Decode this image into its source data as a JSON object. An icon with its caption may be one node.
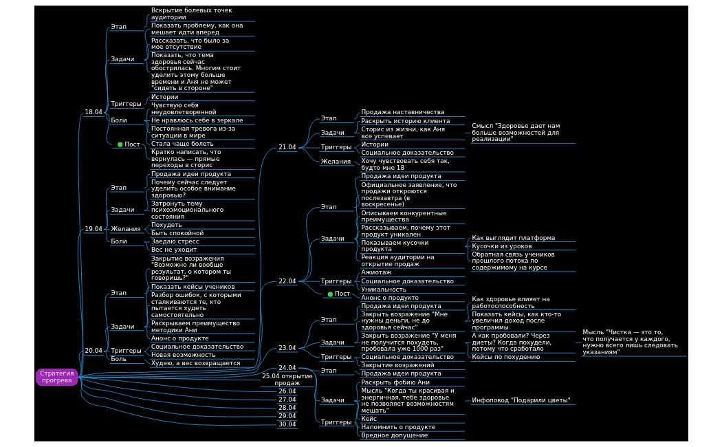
{
  "diagram": {
    "nodes": [
      {
        "text": [
          "Стратегия прогрева"
        ]
      },
      {
        "text": [
          "18.04"
        ]
      },
      {
        "text": [
          "Этап"
        ]
      },
      {
        "text": [
          "Вскрытие болевых точек аудитории"
        ]
      },
      {
        "text": [
          "Задачи"
        ]
      },
      {
        "text": [
          "Показать проблему, как она мешает идти вперед"
        ]
      },
      {
        "text": [
          "Рассказать, что было за мое отсутствие"
        ]
      },
      {
        "text": [
          "Показать, что тема здоровья сейчас обострилась. Многим стоит уделить этому больше времени и Аня не может \"сидеть в стороне\""
        ]
      },
      {
        "text": [
          "Триггеры"
        ]
      },
      {
        "text": [
          "Истории"
        ]
      },
      {
        "text": [
          "Боли"
        ]
      },
      {
        "text": [
          "Чувствую себя неудовлетворенной"
        ]
      },
      {
        "text": [
          "Не нравлюсь себе в зеркале"
        ]
      },
      {
        "text": [
          "Постоянная тревога из-за ситуации в мире"
        ]
      },
      {
        "text": [
          "Стала чаще болеть"
        ]
      },
      {
        "text": [
          "Пост"
        ]
      },
      {
        "text": [
          "Кратко написать, что вернулась — прямые переходы в сторис"
        ]
      },
      {
        "text": [
          "19.04"
        ]
      },
      {
        "text": [
          "Этап"
        ]
      },
      {
        "text": [
          "Продажа идеи продукта"
        ]
      },
      {
        "text": [
          "Задачи"
        ]
      },
      {
        "text": [
          "Почему сейчас следует уделить особое внимание здоровью?"
        ]
      },
      {
        "text": [
          "Затронуть тему психоэмоционального состояния"
        ]
      },
      {
        "text": [
          "Желания"
        ]
      },
      {
        "text": [
          "Похудеть"
        ]
      },
      {
        "text": [
          "Быть спокойной"
        ]
      },
      {
        "text": [
          "Боли"
        ]
      },
      {
        "text": [
          "Заедаю стресс"
        ]
      },
      {
        "text": [
          "Вес не уходит"
        ]
      },
      {
        "text": [
          "20.04"
        ]
      },
      {
        "text": [
          "Этап"
        ]
      },
      {
        "text": [
          "Закрытие возражения \"Возможно ли вообще результат, о котором ты говоришь?\""
        ]
      },
      {
        "text": [
          "Задачи"
        ]
      },
      {
        "text": [
          "Показать кейсы учеников"
        ]
      },
      {
        "text": [
          "Разбор ошибок, с которыми сталкиваются те, кто пытается худеть самостоятельно"
        ]
      },
      {
        "text": [
          "Раскрываем преимущество методики Ани"
        ]
      },
      {
        "text": [
          "Анонс о продукте"
        ]
      },
      {
        "text": [
          "Триггеры"
        ]
      },
      {
        "text": [
          "Социальное доказательство"
        ]
      },
      {
        "text": [
          "Новая возможность"
        ]
      },
      {
        "text": [
          "Боль"
        ]
      },
      {
        "text": [
          "Худею, а вес возвращается"
        ]
      },
      {
        "text": [
          "21.04"
        ]
      },
      {
        "text": [
          "Этап"
        ]
      },
      {
        "text": [
          "Продажа наставничества"
        ]
      },
      {
        "text": [
          "Задачи"
        ]
      },
      {
        "text": [
          "Раскрыть историю клиента"
        ]
      },
      {
        "text": [
          "Сторис из жизни, как Аня все успевает"
        ]
      },
      {
        "text": [
          "Смысл \"Здоровье дает нам больше возможностей для реализации\""
        ]
      },
      {
        "text": [
          "Триггеры"
        ]
      },
      {
        "text": [
          "Истории"
        ]
      },
      {
        "text": [
          "Социальное доказательство"
        ]
      },
      {
        "text": [
          "Желания"
        ]
      },
      {
        "text": [
          "Хочу чувствовать себя так, будто мне 18"
        ]
      },
      {
        "text": [
          "22.04"
        ]
      },
      {
        "text": [
          "Этап"
        ]
      },
      {
        "text": [
          "Продажа идеи продукта"
        ]
      },
      {
        "text": [
          "Задачи"
        ]
      },
      {
        "text": [
          "Официальное заявление, что продажи откроются послезавтра (в воскресенье)"
        ]
      },
      {
        "text": [
          "Описываем конкурентные преимущества"
        ]
      },
      {
        "text": [
          "Рассказываем, почему этот продукт уникален"
        ]
      },
      {
        "text": [
          "Показываем кусочки продукта"
        ]
      },
      {
        "text": [
          "Как выглядит платформа"
        ]
      },
      {
        "text": [
          "Кусочки из уроков"
        ]
      },
      {
        "text": [
          "Обратная связь учеников прошлого потока по содержимому на курсе"
        ]
      },
      {
        "text": [
          "Реакция аудитории на открытие продаж"
        ]
      },
      {
        "text": [
          "Триггеры"
        ]
      },
      {
        "text": [
          "Ажиотаж"
        ]
      },
      {
        "text": [
          "Социальное доказательство"
        ]
      },
      {
        "text": [
          "Уникальность"
        ]
      },
      {
        "text": [
          "Пост"
        ]
      },
      {
        "text": [
          "Анонс о продукте"
        ]
      },
      {
        "text": [
          "23.04"
        ]
      },
      {
        "text": [
          "Этап"
        ]
      },
      {
        "text": [
          "Продажа идеи продукта"
        ]
      },
      {
        "text": [
          "Задачи"
        ]
      },
      {
        "text": [
          "Закрыть возражение \"Мне нужны деньги, не до здоровья сейчас\""
        ]
      },
      {
        "text": [
          "Как здоровье влияет на работоспособность"
        ]
      },
      {
        "text": [
          "Показать кейсы, как кто-то увеличил доход после программы"
        ]
      },
      {
        "text": [
          "Закрыть возражение \"У меня не получится похудеть, пробовала уже 1000 раз\""
        ]
      },
      {
        "text": [
          "А как пробовали? Через диеты? Когда похудели, потому что сработало"
        ]
      },
      {
        "text": [
          "Мысль \"Чистка — это то, что получается у каждого, нужно всего лишь следовать указаниям\""
        ]
      },
      {
        "text": [
          "Кейсы по похудению"
        ]
      },
      {
        "text": [
          "Триггеры"
        ]
      },
      {
        "text": [
          "Социальное доказательство"
        ]
      },
      {
        "text": [
          "Закрытие возражений"
        ]
      },
      {
        "text": [
          "24.04"
        ]
      },
      {
        "text": [
          "Этап"
        ]
      },
      {
        "text": [
          "Продажа идеи продукта"
        ]
      },
      {
        "text": [
          "Задачи"
        ]
      },
      {
        "text": [
          "Раскрыть фобию Ани"
        ]
      },
      {
        "text": [
          "Мысль \"Когда ты красивая и энергичная, тебе здоровье не позволяет возможностям мешать\""
        ]
      },
      {
        "text": [
          "Инфоповод \"Подарили цветы\""
        ]
      },
      {
        "text": [
          "Кейс"
        ]
      },
      {
        "text": [
          "Напомнить о продукте"
        ]
      },
      {
        "text": [
          "Триггеры"
        ]
      },
      {
        "text": [
          "Вредное допущение"
        ]
      },
      {
        "text": [
          "25.04 открытие продаж"
        ]
      },
      {
        "text": [
          "26.04"
        ]
      },
      {
        "text": [
          "27.04"
        ]
      },
      {
        "text": [
          "28.04"
        ]
      },
      {
        "text": [
          "29.04"
        ]
      },
      {
        "text": [
          "30.04"
        ]
      }
    ],
    "edges": [
      {
        "from": 0,
        "to": 1,
        "arrow": "none"
      },
      {
        "from": 1,
        "to": 2,
        "arrow": "none"
      },
      {
        "from": 2,
        "to": 3,
        "arrow": "none"
      },
      {
        "from": 1,
        "to": 4,
        "arrow": "none"
      },
      {
        "from": 4,
        "to": 5,
        "arrow": "none"
      },
      {
        "from": 4,
        "to": 6,
        "arrow": "none"
      },
      {
        "from": 4,
        "to": 7,
        "arrow": "none"
      },
      {
        "from": 1,
        "to": 8,
        "arrow": "none"
      },
      {
        "from": 8,
        "to": 9,
        "arrow": "none"
      },
      {
        "from": 1,
        "to": 10,
        "arrow": "none"
      },
      {
        "from": 10,
        "to": 11,
        "arrow": "none"
      },
      {
        "from": 10,
        "to": 12,
        "arrow": "none"
      },
      {
        "from": 10,
        "to": 13,
        "arrow": "none"
      },
      {
        "from": 10,
        "to": 14,
        "arrow": "none"
      },
      {
        "from": 1,
        "to": 15,
        "arrow": "none"
      },
      {
        "from": 15,
        "to": 16,
        "arrow": "none"
      },
      {
        "from": 0,
        "to": 17,
        "arrow": "none"
      },
      {
        "from": 17,
        "to": 18,
        "arrow": "none"
      },
      {
        "from": 18,
        "to": 19,
        "arrow": "none"
      },
      {
        "from": 17,
        "to": 20,
        "arrow": "none"
      },
      {
        "from": 20,
        "to": 21,
        "arrow": "none"
      },
      {
        "from": 20,
        "to": 22,
        "arrow": "none"
      },
      {
        "from": 17,
        "to": 23,
        "arrow": "none"
      },
      {
        "from": 23,
        "to": 24,
        "arrow": "none"
      },
      {
        "from": 23,
        "to": 25,
        "arrow": "none"
      },
      {
        "from": 17,
        "to": 26,
        "arrow": "none"
      },
      {
        "from": 26,
        "to": 27,
        "arrow": "none"
      },
      {
        "from": 26,
        "to": 28,
        "arrow": "none"
      },
      {
        "from": 0,
        "to": 29,
        "arrow": "none"
      },
      {
        "from": 29,
        "to": 30,
        "arrow": "none"
      },
      {
        "from": 30,
        "to": 31,
        "arrow": "none"
      },
      {
        "from": 29,
        "to": 32,
        "arrow": "none"
      },
      {
        "from": 32,
        "to": 33,
        "arrow": "none"
      },
      {
        "from": 32,
        "to": 34,
        "arrow": "none"
      },
      {
        "from": 32,
        "to": 35,
        "arrow": "none"
      },
      {
        "from": 32,
        "to": 36,
        "arrow": "none"
      },
      {
        "from": 29,
        "to": 37,
        "arrow": "none"
      },
      {
        "from": 37,
        "to": 38,
        "arrow": "none"
      },
      {
        "from": 37,
        "to": 39,
        "arrow": "none"
      },
      {
        "from": 29,
        "to": 40,
        "arrow": "none"
      },
      {
        "from": 40,
        "to": 41,
        "arrow": "none"
      },
      {
        "from": 0,
        "to": 42,
        "arrow": "none"
      },
      {
        "from": 42,
        "to": 43,
        "arrow": "none"
      },
      {
        "from": 43,
        "to": 44,
        "arrow": "none"
      },
      {
        "from": 42,
        "to": 45,
        "arrow": "none"
      },
      {
        "from": 45,
        "to": 46,
        "arrow": "none"
      },
      {
        "from": 45,
        "to": 47,
        "arrow": "none"
      },
      {
        "from": 47,
        "to": 48,
        "arrow": "none"
      },
      {
        "from": 42,
        "to": 49,
        "arrow": "none"
      },
      {
        "from": 49,
        "to": 50,
        "arrow": "none"
      },
      {
        "from": 49,
        "to": 51,
        "arrow": "none"
      },
      {
        "from": 42,
        "to": 52,
        "arrow": "none"
      },
      {
        "from": 52,
        "to": 53,
        "arrow": "none"
      },
      {
        "from": 0,
        "to": 54,
        "arrow": "none"
      },
      {
        "from": 54,
        "to": 55,
        "arrow": "none"
      },
      {
        "from": 55,
        "to": 56,
        "arrow": "none"
      },
      {
        "from": 54,
        "to": 57,
        "arrow": "none"
      },
      {
        "from": 57,
        "to": 58,
        "arrow": "none"
      },
      {
        "from": 57,
        "to": 59,
        "arrow": "none"
      },
      {
        "from": 57,
        "to": 60,
        "arrow": "none"
      },
      {
        "from": 57,
        "to": 61,
        "arrow": "none"
      },
      {
        "from": 61,
        "to": 62,
        "arrow": "none"
      },
      {
        "from": 61,
        "to": 63,
        "arrow": "none"
      },
      {
        "from": 61,
        "to": 64,
        "arrow": "none"
      },
      {
        "from": 57,
        "to": 65,
        "arrow": "none"
      },
      {
        "from": 54,
        "to": 66,
        "arrow": "none"
      },
      {
        "from": 66,
        "to": 67,
        "arrow": "none"
      },
      {
        "from": 66,
        "to": 68,
        "arrow": "none"
      },
      {
        "from": 66,
        "to": 69,
        "arrow": "none"
      },
      {
        "from": 54,
        "to": 70,
        "arrow": "none"
      },
      {
        "from": 70,
        "to": 71,
        "arrow": "none"
      },
      {
        "from": 0,
        "to": 72,
        "arrow": "none"
      },
      {
        "from": 72,
        "to": 73,
        "arrow": "none"
      },
      {
        "from": 73,
        "to": 74,
        "arrow": "none"
      },
      {
        "from": 72,
        "to": 75,
        "arrow": "none"
      },
      {
        "from": 75,
        "to": 76,
        "arrow": "none"
      },
      {
        "from": 76,
        "to": 77,
        "arrow": "none"
      },
      {
        "from": 76,
        "to": 78,
        "arrow": "none"
      },
      {
        "from": 75,
        "to": 79,
        "arrow": "none"
      },
      {
        "from": 79,
        "to": 80,
        "arrow": "none"
      },
      {
        "from": 80,
        "to": 81,
        "arrow": "none"
      },
      {
        "from": 79,
        "to": 82,
        "arrow": "none"
      },
      {
        "from": 72,
        "to": 83,
        "arrow": "none"
      },
      {
        "from": 83,
        "to": 84,
        "arrow": "none"
      },
      {
        "from": 83,
        "to": 85,
        "arrow": "none"
      },
      {
        "from": 0,
        "to": 86,
        "arrow": "none"
      },
      {
        "from": 86,
        "to": 87,
        "arrow": "none"
      },
      {
        "from": 87,
        "to": 88,
        "arrow": "none"
      },
      {
        "from": 86,
        "to": 89,
        "arrow": "none"
      },
      {
        "from": 89,
        "to": 90,
        "arrow": "none"
      },
      {
        "from": 89,
        "to": 91,
        "arrow": "none"
      },
      {
        "from": 91,
        "to": 92,
        "arrow": "none"
      },
      {
        "from": 89,
        "to": 93,
        "arrow": "none"
      },
      {
        "from": 89,
        "to": 94,
        "arrow": "none"
      },
      {
        "from": 86,
        "to": 95,
        "arrow": "none"
      },
      {
        "from": 95,
        "to": 96,
        "arrow": "none"
      },
      {
        "from": 0,
        "to": 97,
        "arrow": "none"
      },
      {
        "from": 0,
        "to": 98,
        "arrow": "none"
      },
      {
        "from": 0,
        "to": 99,
        "arrow": "none"
      },
      {
        "from": 0,
        "to": 100,
        "arrow": "none"
      },
      {
        "from": 0,
        "to": 101,
        "arrow": "none"
      },
      {
        "from": 0,
        "to": 102,
        "arrow": "none"
      }
    ]
  }
}
